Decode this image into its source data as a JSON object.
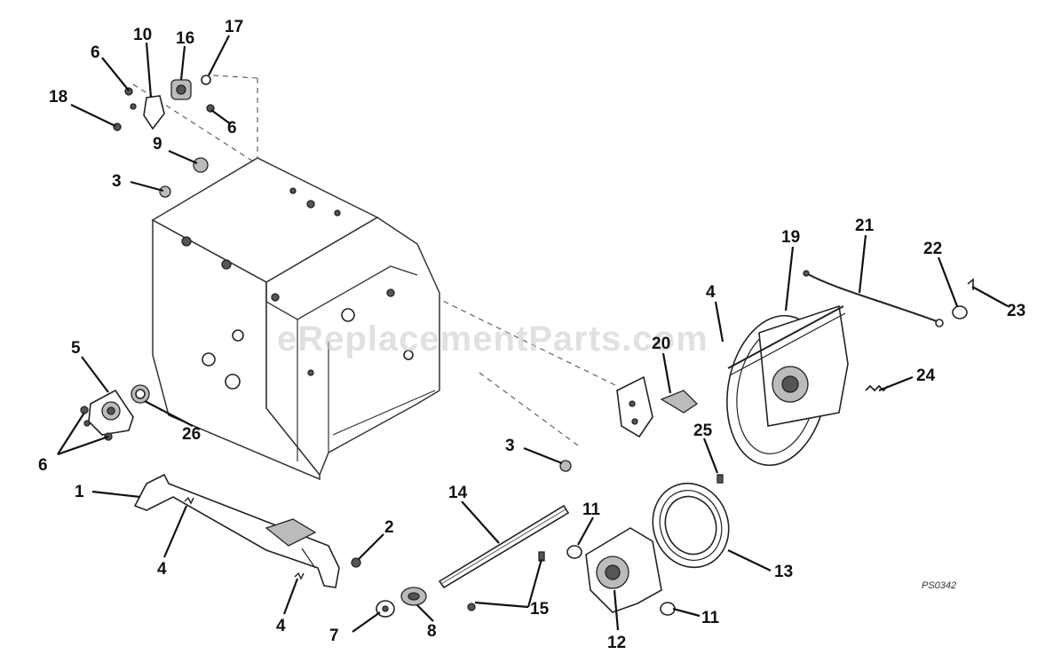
{
  "watermark": "eReplacementParts.com",
  "reference_code": "PS0342",
  "callouts": [
    {
      "id": "c10",
      "label": "10"
    },
    {
      "id": "c16",
      "label": "16"
    },
    {
      "id": "c17",
      "label": "17"
    },
    {
      "id": "c6a",
      "label": "6"
    },
    {
      "id": "c18",
      "label": "18"
    },
    {
      "id": "c6b",
      "label": "6"
    },
    {
      "id": "c9",
      "label": "9"
    },
    {
      "id": "c3a",
      "label": "3"
    },
    {
      "id": "c5",
      "label": "5"
    },
    {
      "id": "c26",
      "label": "26"
    },
    {
      "id": "c6c",
      "label": "6"
    },
    {
      "id": "c1",
      "label": "1"
    },
    {
      "id": "c4a",
      "label": "4"
    },
    {
      "id": "c4b",
      "label": "4"
    },
    {
      "id": "c2",
      "label": "2"
    },
    {
      "id": "c7",
      "label": "7"
    },
    {
      "id": "c8",
      "label": "8"
    },
    {
      "id": "c14",
      "label": "14"
    },
    {
      "id": "c15",
      "label": "15"
    },
    {
      "id": "c11a",
      "label": "11"
    },
    {
      "id": "c12",
      "label": "12"
    },
    {
      "id": "c11b",
      "label": "11"
    },
    {
      "id": "c13",
      "label": "13"
    },
    {
      "id": "c3b",
      "label": "3"
    },
    {
      "id": "c20",
      "label": "20"
    },
    {
      "id": "c4c",
      "label": "4"
    },
    {
      "id": "c25",
      "label": "25"
    },
    {
      "id": "c19",
      "label": "19"
    },
    {
      "id": "c21",
      "label": "21"
    },
    {
      "id": "c22",
      "label": "22"
    },
    {
      "id": "c23",
      "label": "23"
    },
    {
      "id": "c24",
      "label": "24"
    }
  ]
}
